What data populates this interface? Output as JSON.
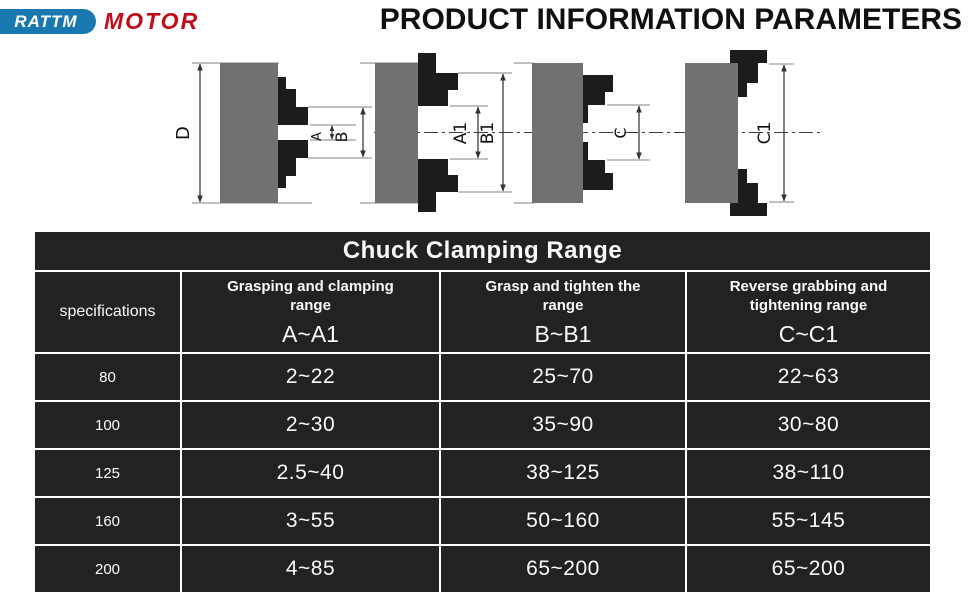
{
  "logo": {
    "brand": "RATTM",
    "word": "MOTOR"
  },
  "page_title": "PRODUCT INFORMATION PARAMETERS",
  "diagram_labels": {
    "d": "D",
    "a": "A",
    "b": "B",
    "a1": "A1",
    "b1": "B1",
    "c": "C",
    "c1": "C1"
  },
  "table": {
    "title": "Chuck Clamping Range",
    "spec_header": "specifications",
    "columns": [
      {
        "label": "Grasping and clamping range",
        "range": "A~A1"
      },
      {
        "label": "Grasp and tighten the range",
        "range": "B~B1"
      },
      {
        "label": "Reverse grabbing and tightening range",
        "range": "C~C1"
      }
    ],
    "rows": [
      {
        "spec": "80",
        "a": "2~22",
        "b": "25~70",
        "c": "22~63"
      },
      {
        "spec": "100",
        "a": "2~30",
        "b": "35~90",
        "c": "30~80"
      },
      {
        "spec": "125",
        "a": "2.5~40",
        "b": "38~125",
        "c": "38~110"
      },
      {
        "spec": "160",
        "a": "3~55",
        "b": "50~160",
        "c": "55~145"
      },
      {
        "spec": "200",
        "a": "4~85",
        "b": "65~200",
        "c": "65~200"
      }
    ]
  },
  "colors": {
    "accent_blue": "#1a78b0",
    "accent_red": "#c00d17",
    "table_bg": "#242124",
    "table_border": "#ffffff",
    "chuck_body_gray": "#717171",
    "chuck_jaw_black": "#1c1c1c"
  }
}
